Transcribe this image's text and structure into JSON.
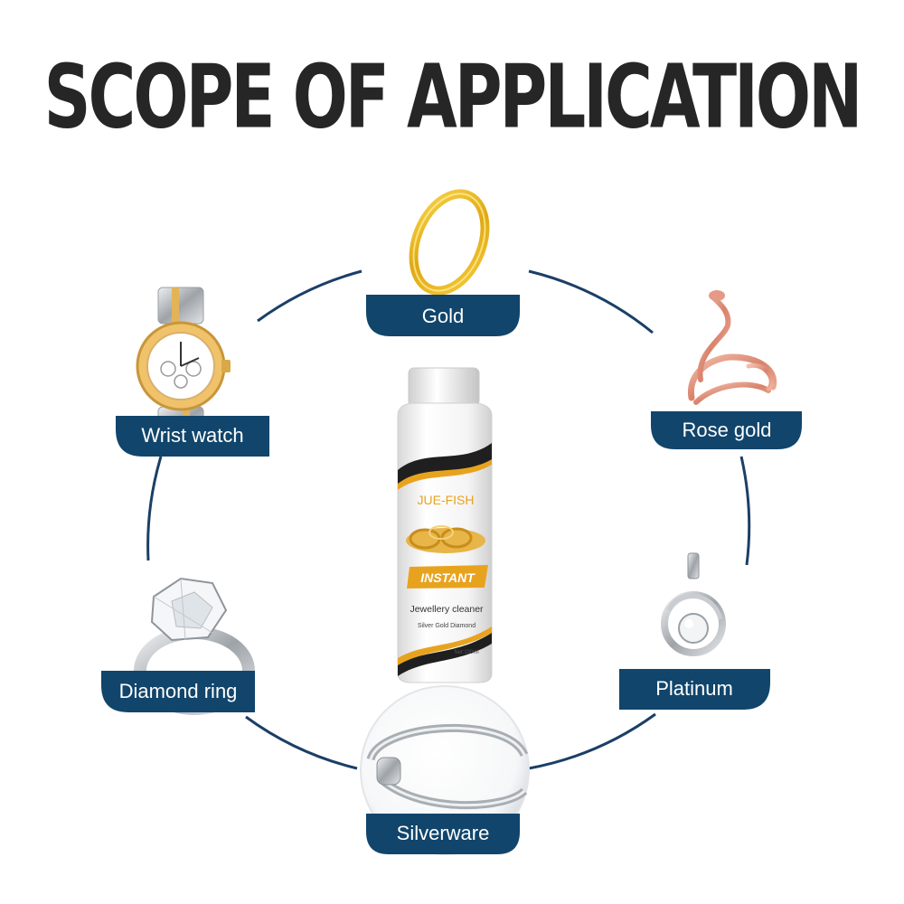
{
  "header": {
    "title": "SCOPE OF APPLICATION"
  },
  "colors": {
    "navy": "#11456b",
    "title": "#262626",
    "gold": "#e8a31e",
    "rose": "#e49a86",
    "silver": "#b4b8bd"
  },
  "items": [
    {
      "label": "Gold",
      "icon": "gold-ring-icon"
    },
    {
      "label": "Rose gold",
      "icon": "rose-gold-snake-ring-icon"
    },
    {
      "label": "Platinum",
      "icon": "platinum-pendant-icon"
    },
    {
      "label": "Silverware",
      "icon": "silver-bracelet-icon"
    },
    {
      "label": "Diamond ring",
      "icon": "diamond-ring-icon"
    },
    {
      "label": "Wrist watch",
      "icon": "wrist-watch-icon"
    }
  ],
  "product": {
    "brand": "JUE-FISH",
    "badge": "INSTANT",
    "name": "Jewellery cleaner",
    "subtitle": "Silver Gold Diamond",
    "volume": "Net:100ml"
  }
}
